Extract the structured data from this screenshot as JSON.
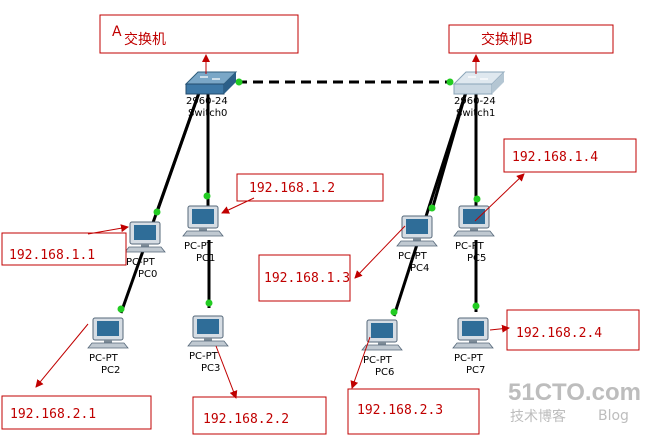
{
  "switches": [
    {
      "id": "switch-a",
      "model": "2960-24",
      "name": "Switch0",
      "caption": "交换机",
      "caption_prefix": "A"
    },
    {
      "id": "switch-b",
      "model": "2960-24",
      "name": "Switch1",
      "caption": "交换机B"
    }
  ],
  "pcs": [
    {
      "model": "PC-PT",
      "name": "PC0",
      "ip": "192.168.1.1"
    },
    {
      "model": "PC-PT",
      "name": "PC1",
      "ip": "192.168.1.2"
    },
    {
      "model": "PC-PT",
      "name": "PC2",
      "ip": "192.168.2.1"
    },
    {
      "model": "PC-PT",
      "name": "PC3",
      "ip": "192.168.2.2"
    },
    {
      "model": "PC-PT",
      "name": "PC4",
      "ip": "192.168.1.3"
    },
    {
      "model": "PC-PT",
      "name": "PC5",
      "ip": "192.168.1.4"
    },
    {
      "model": "PC-PT",
      "name": "PC6",
      "ip": "192.168.2.3"
    },
    {
      "model": "PC-PT",
      "name": "PC7",
      "ip": "192.168.2.4"
    }
  ],
  "watermark": {
    "site": "51CTO.com",
    "subtitle": "技术博客",
    "blog": "Blog"
  },
  "colors": {
    "annotation": "#c00000",
    "link": "#000000",
    "port": "#22cc22",
    "watermark": "#bdbdbd"
  }
}
